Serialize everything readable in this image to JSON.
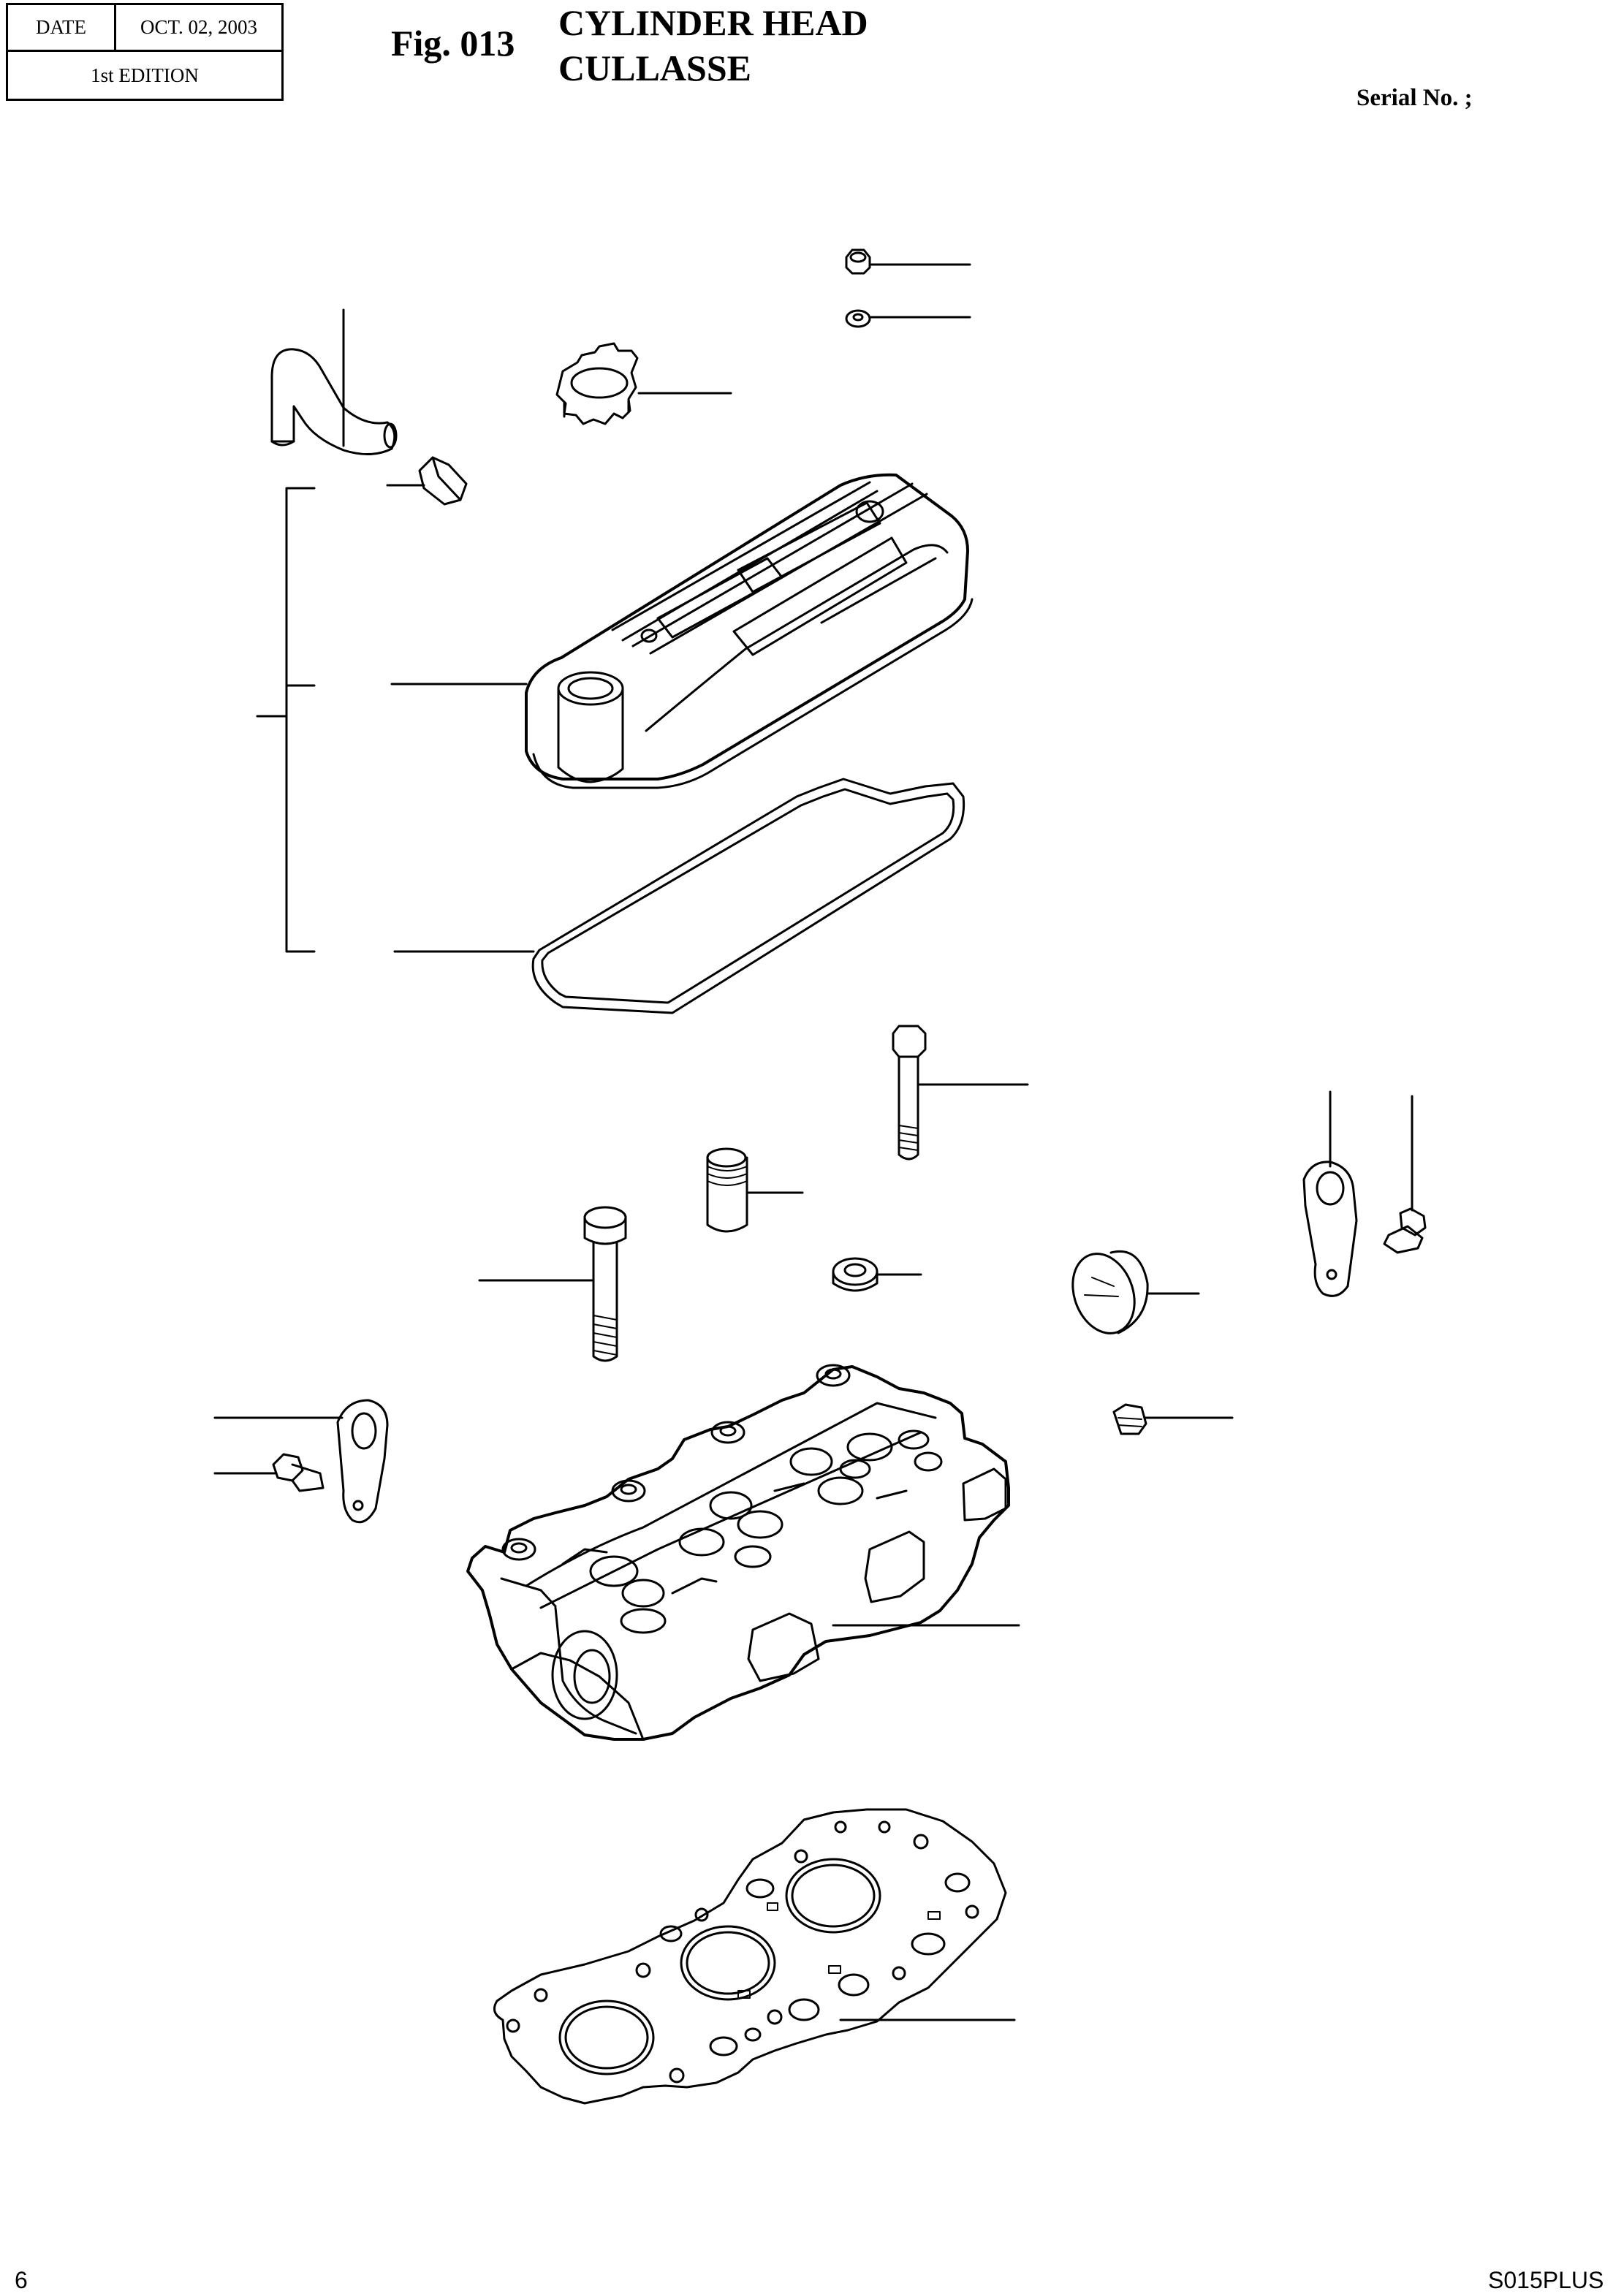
{
  "header": {
    "date_label": "DATE",
    "date_value": "OCT. 02, 2003",
    "edition": "1st EDITION",
    "figure": "Fig. 013",
    "title_en": "CYLINDER HEAD",
    "title_fr": "CULLASSE",
    "serial": "Serial No. ;"
  },
  "footer": {
    "page": "6",
    "model": "S015PLUS"
  }
}
